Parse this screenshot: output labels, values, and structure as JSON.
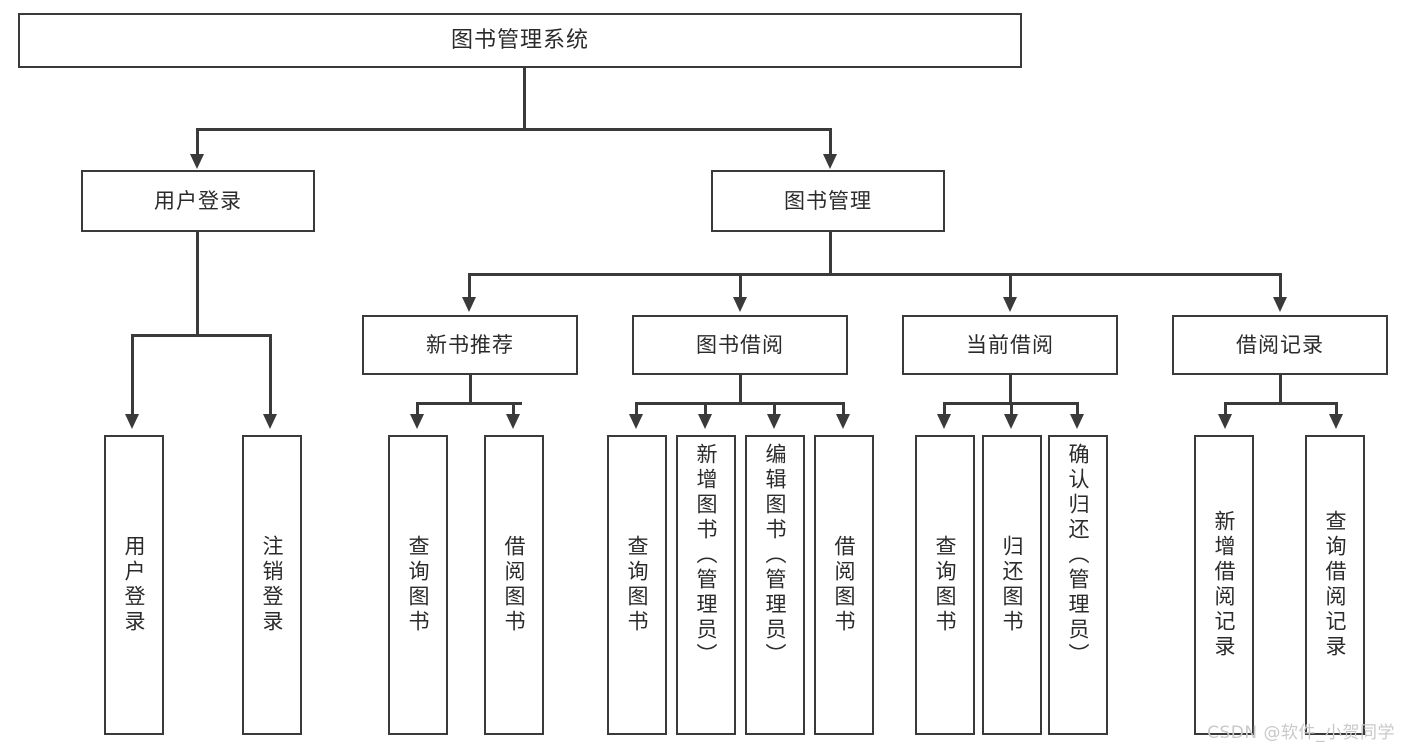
{
  "diagram": {
    "title": "图书管理系统",
    "type": "tree",
    "root": {
      "label": "图书管理系统"
    },
    "level2": [
      {
        "label": "用户登录"
      },
      {
        "label": "图书管理"
      }
    ],
    "level3": [
      {
        "label": "新书推荐"
      },
      {
        "label": "图书借阅"
      },
      {
        "label": "当前借阅"
      },
      {
        "label": "借阅记录"
      }
    ],
    "leaves": {
      "user_login": [
        {
          "label": "用户登录"
        },
        {
          "label": "注销登录"
        }
      ],
      "new_book": [
        {
          "label": "查询图书"
        },
        {
          "label": "借阅图书"
        }
      ],
      "borrow_book": [
        {
          "label": "查询图书"
        },
        {
          "label": "新增图书（管理员）"
        },
        {
          "label": "编辑图书（管理员）"
        },
        {
          "label": "借阅图书"
        }
      ],
      "current_borrow": [
        {
          "label": "查询图书"
        },
        {
          "label": "归还图书"
        },
        {
          "label": "确认归还（管理员）"
        }
      ],
      "borrow_record": [
        {
          "label": "新增借阅记录"
        },
        {
          "label": "查询借阅记录"
        }
      ]
    },
    "colors": {
      "border": "#3a3a3a",
      "text": "#2b2b2b",
      "background": "#ffffff",
      "watermark": "#c9c9c9"
    }
  },
  "watermark": {
    "text": "CSDN @软件_小贺同学"
  }
}
